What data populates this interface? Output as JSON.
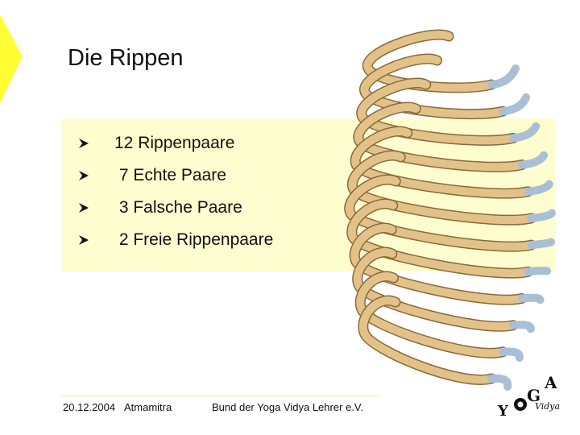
{
  "slide": {
    "title": "Die Rippen",
    "bullets": [
      {
        "icon": "arrow-bullet-icon",
        "text": "12 Rippenpaare"
      },
      {
        "icon": "arrow-bullet-icon",
        "text": " 7 Echte Paare"
      },
      {
        "icon": "arrow-bullet-icon",
        "text": " 3 Falsche Paare"
      },
      {
        "icon": "arrow-bullet-icon",
        "text": " 2 Freie Rippenpaare"
      }
    ]
  },
  "footer": {
    "date": "20.12.2004",
    "author": "Atmamitra",
    "organization": "Bund der Yoga Vidya Lehrer e.V."
  },
  "logo": {
    "letters": [
      "Y",
      "O",
      "G",
      "A"
    ],
    "subtitle": "Vidya"
  },
  "colors": {
    "accent_yellow": "#ffff33",
    "content_background": "#fdfdcf",
    "bone": "#e3c28a",
    "cartilage": "#a9bfd6"
  }
}
